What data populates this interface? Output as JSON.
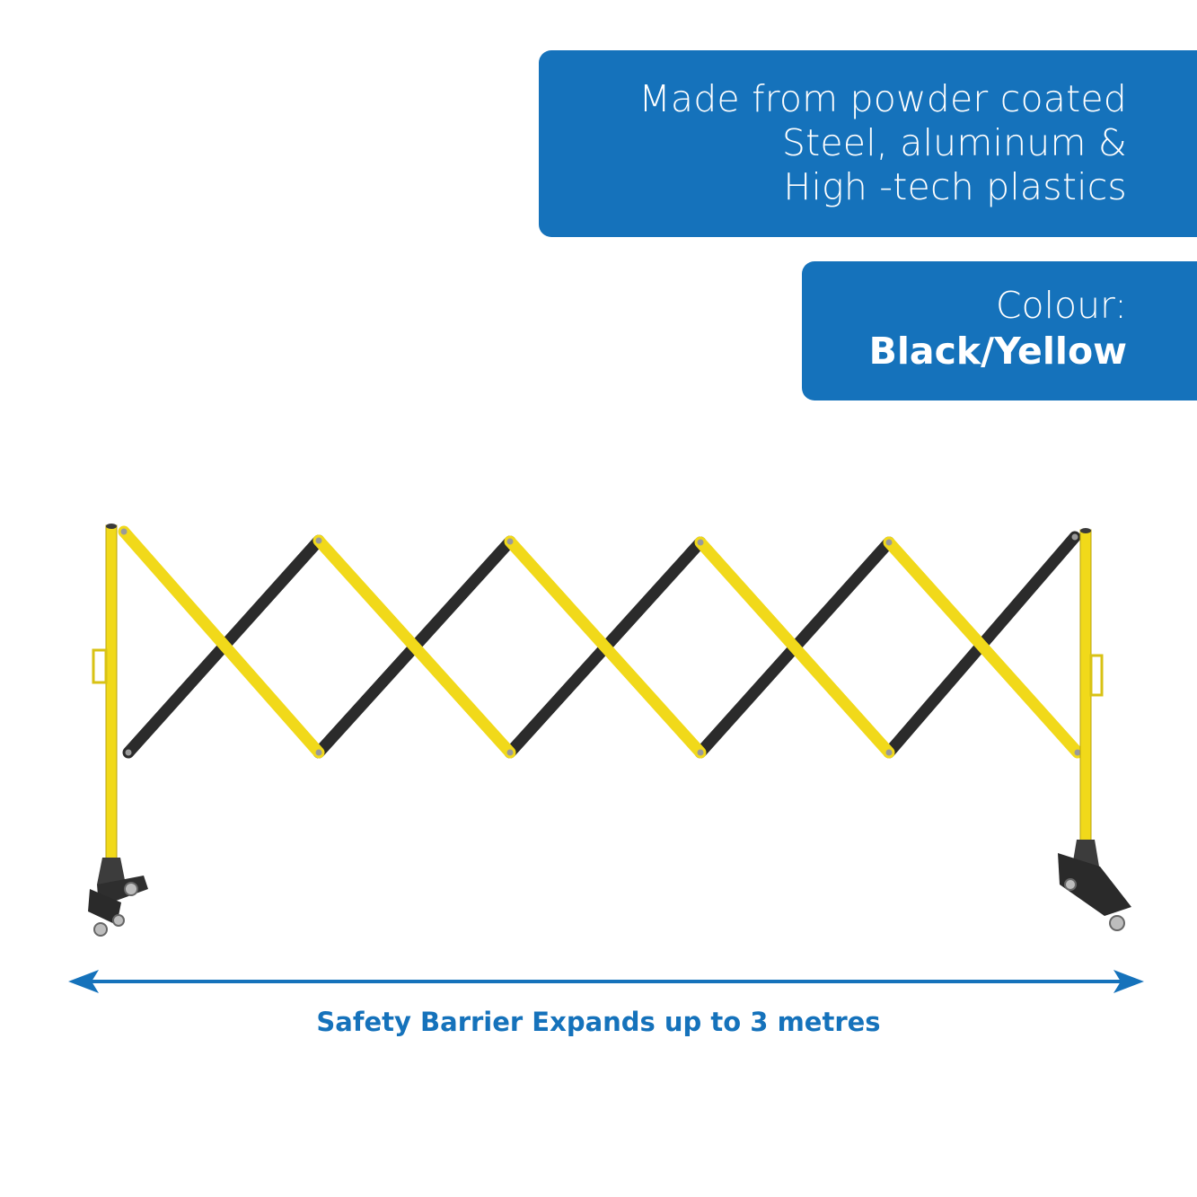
{
  "material_callout": {
    "lines": [
      "Made from powder coated",
      "Steel, aluminum &",
      "High -tech plastics"
    ]
  },
  "colour_callout": {
    "label": "Colour:",
    "value": "Black/Yellow"
  },
  "dimension": {
    "caption": "Safety Barrier Expands up to 3 metres"
  },
  "colors": {
    "accent_blue": "#1572bb",
    "barrier_yellow": "#f1d91a",
    "barrier_black": "#2b2b2b"
  }
}
